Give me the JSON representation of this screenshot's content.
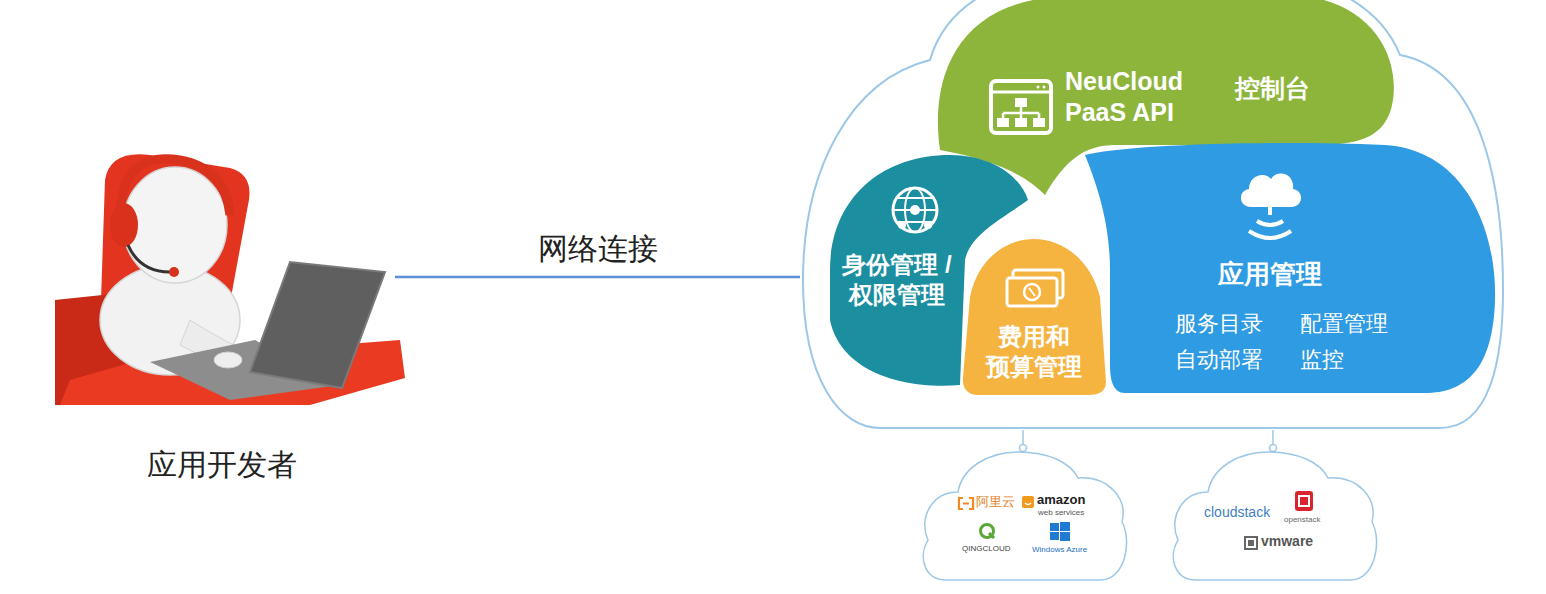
{
  "diagram": {
    "nodes": [
      {
        "text": [
          "应用开发者"
        ]
      },
      {
        "text": []
      },
      {
        "text": [
          "NeuCloud PaaS API",
          "控制台"
        ],
        "in": 1
      },
      {
        "text": [
          "身份管理 /权限管理"
        ],
        "in": 1
      },
      {
        "text": [
          "费用和 预算管理"
        ],
        "in": 1
      },
      {
        "text": [
          "应用管理",
          "服务目录",
          "配置管理",
          "自动部署",
          "监控"
        ],
        "in": 1
      },
      {
        "text": [
          "阿里云",
          "amazon",
          "web services",
          "QINGCLOUD",
          "Windows Azure"
        ]
      },
      {
        "text": [
          "cloudstack",
          "openstack",
          "vmware"
        ]
      }
    ],
    "edges": [
      {
        "from": 0,
        "to": 1,
        "label": "网络连接",
        "arrow": "none"
      },
      {
        "from": 1,
        "to": 6,
        "arrow": "none"
      },
      {
        "from": 1,
        "to": 7,
        "arrow": "none"
      }
    ]
  }
}
